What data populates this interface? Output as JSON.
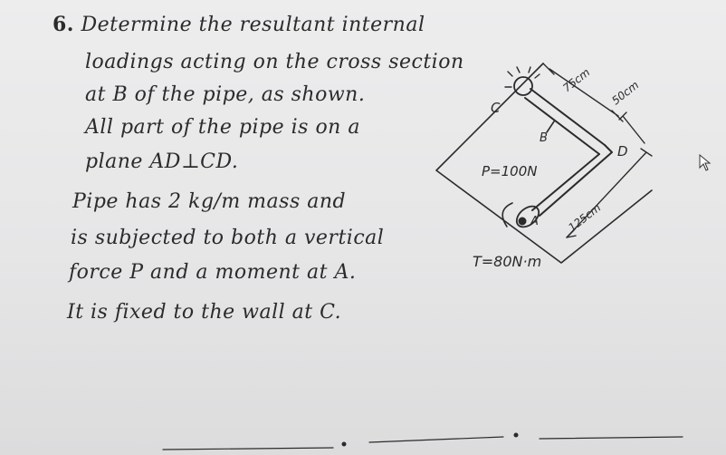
{
  "problem": {
    "number": "6.",
    "lines": [
      "Determine the resultant internal",
      "loadings acting on the cross section",
      "at B of the pipe, as shown.",
      "All part of the pipe is on a",
      "plane AD⊥CD.",
      "Pipe has 2 kg/m mass and",
      "is subjected to both a vertical",
      "force P and a moment at A.",
      "It is fixed to the wall at C."
    ]
  },
  "diagram": {
    "labels": {
      "C": "C",
      "B": "B",
      "D": "D",
      "A": "A",
      "dim_75": "75cm",
      "dim_50": "50cm",
      "dim_125": "125cm",
      "force": "P=100N",
      "moment": "T=80N·m"
    }
  },
  "colors": {
    "ink": "#2b2b2b",
    "paper": "#e9e9ea"
  },
  "icons": {
    "cursor": "mouse-pointer-icon"
  }
}
